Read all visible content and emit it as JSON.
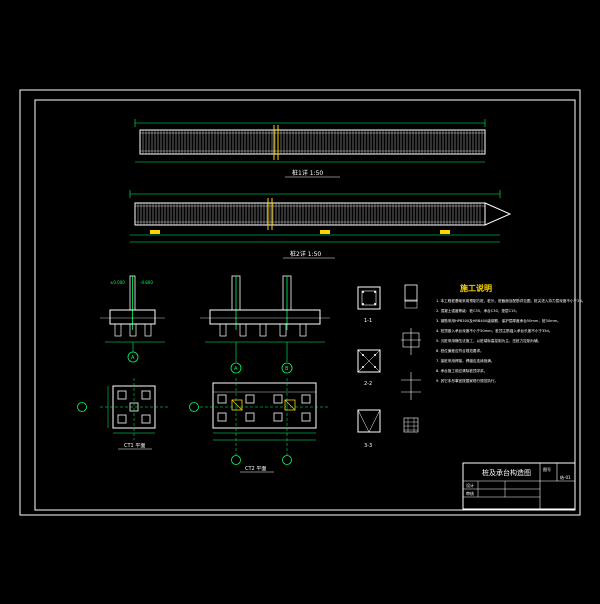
{
  "drawing": {
    "title": "桩及承台构造图",
    "notes_heading": "施工说明",
    "pile_elevation_1_label": "桩1详 1:50",
    "pile_elevation_2_label": "桩2详 1:50",
    "cap1_plan_label": "CT1 平面",
    "cap2_plan_label": "CT2 平面",
    "axis_a": "A",
    "axis_b": "B",
    "section_1": "1-1",
    "section_2": "2-2",
    "section_3": "3-3",
    "notes": [
      "1. 本工程桩基础采用预制方桩，桩长、桩截面及配筋详见图，桩尖进入持力层深度不小于2d。",
      "2. 混凝土强度等级：桩C35，承台C30，垫层C15。",
      "3. 钢筋采用HPB300及HRB400级钢筋，保护层厚度承台50mm，桩30mm。",
      "4. 桩顶嵌入承台深度不小于50mm，桩顶主筋锚入承台长度不小于35d。",
      "5. 沉桩采用静压法施工，以桩端标高控制为主，压桩力控制为辅。",
      "6. 桩位偏差应符合规范要求。",
      "7. 接桩采用焊接，焊缝应连续饱满。",
      "8. 承台施工前应清除桩顶浮浆。",
      "9. 其它未尽事宜按国家现行规范执行。"
    ],
    "title_block": {
      "row1_label": "设计",
      "row2_label": "审核",
      "sheet_label": "图号",
      "sheet_no": "结-01"
    }
  },
  "colors": {
    "background": "#000000",
    "frame": "#ffffff",
    "cad_line": "#ffffff",
    "cad_dim": "#00ff66",
    "cad_accent": "#ffd400",
    "cad_red": "#ff3030",
    "cad_text": "#ffffff"
  }
}
